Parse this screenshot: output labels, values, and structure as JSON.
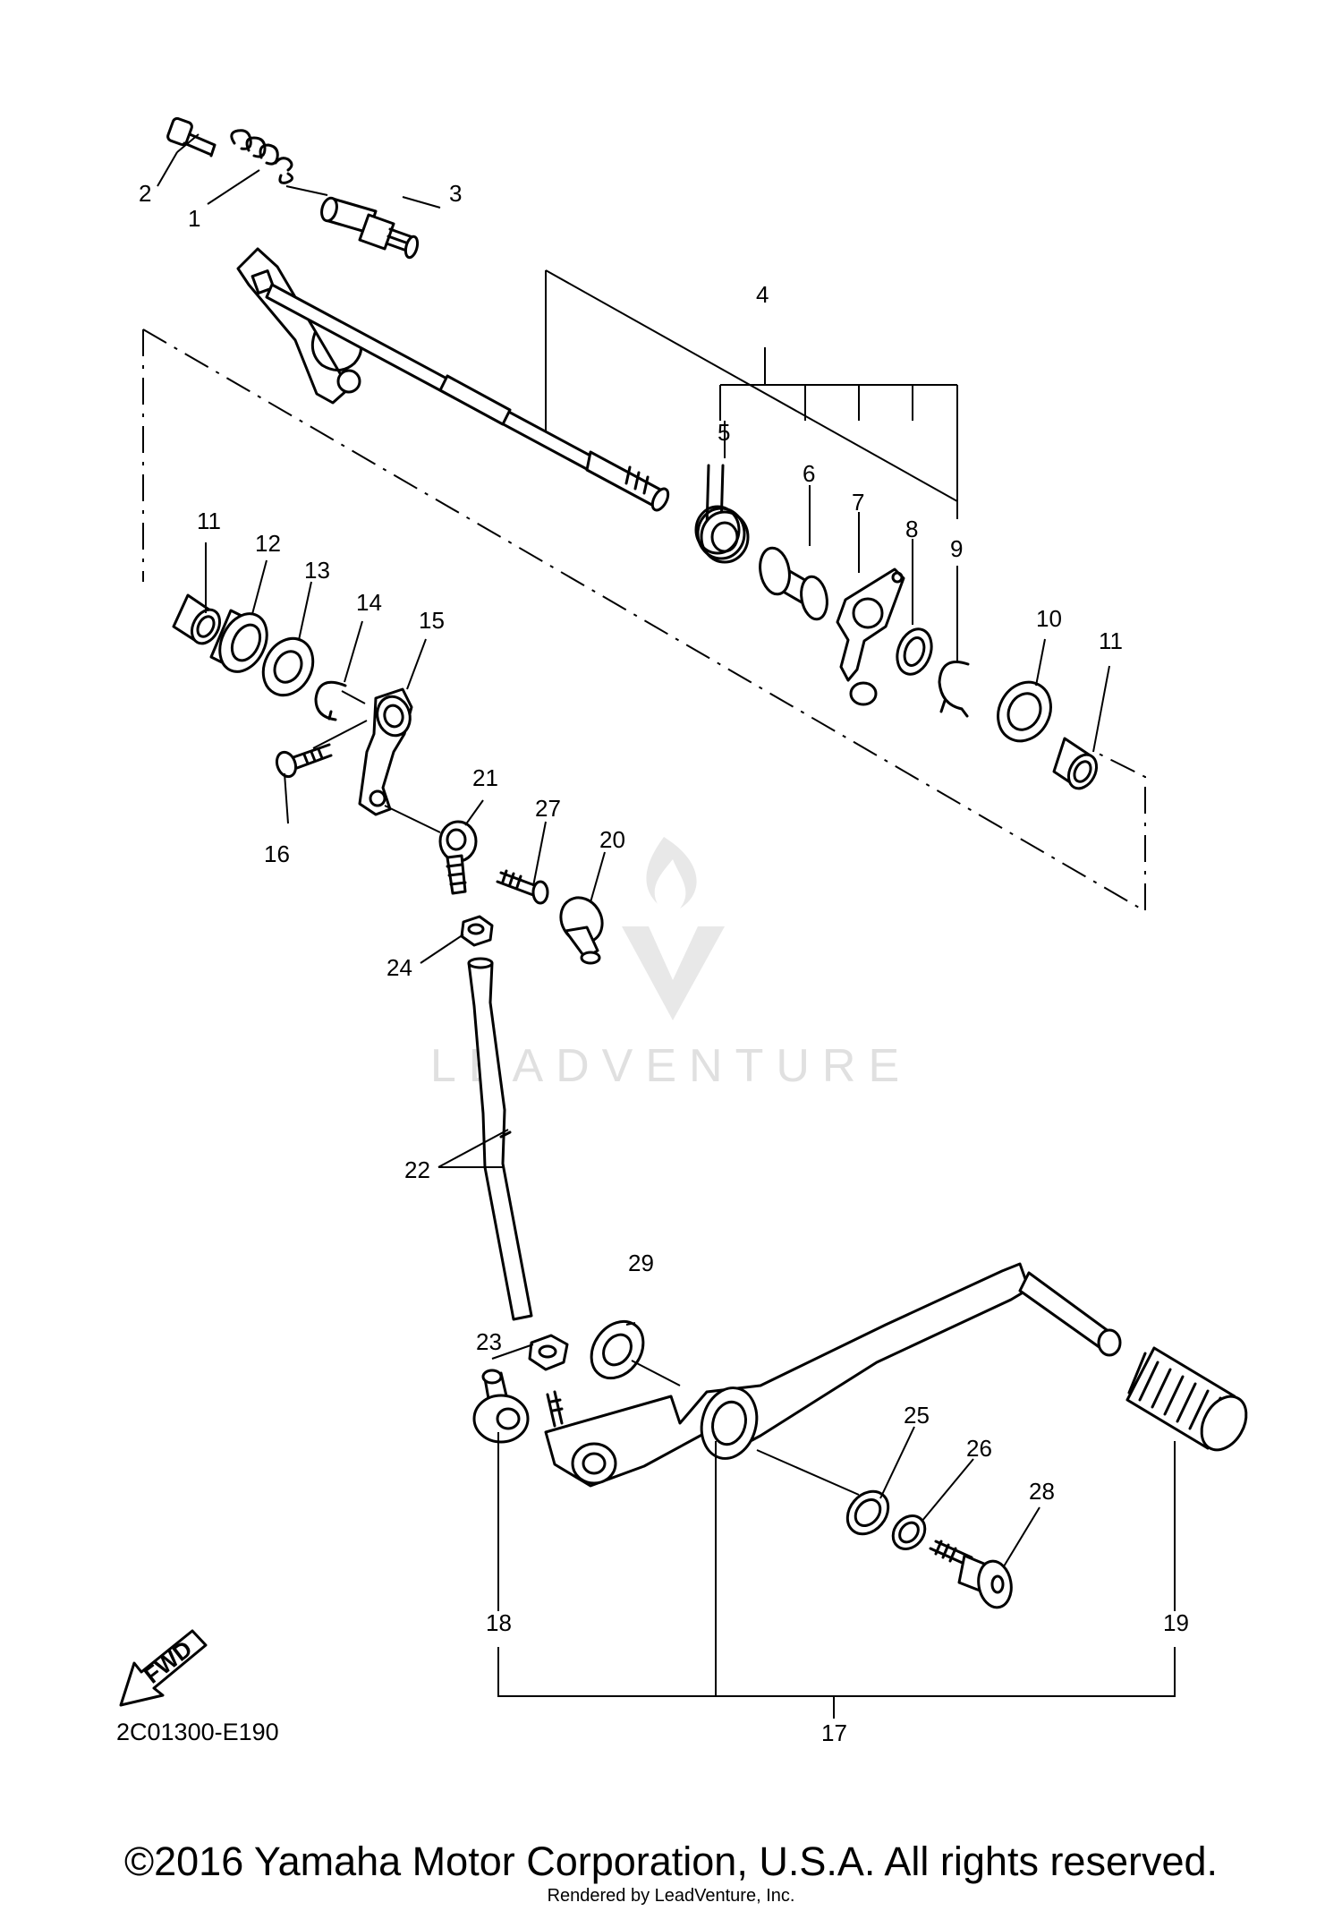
{
  "diagram": {
    "callouts": [
      {
        "id": "1",
        "text": "1"
      },
      {
        "id": "2",
        "text": "2"
      },
      {
        "id": "3",
        "text": "3"
      },
      {
        "id": "4",
        "text": "4"
      },
      {
        "id": "5",
        "text": "5"
      },
      {
        "id": "6",
        "text": "6"
      },
      {
        "id": "7",
        "text": "7"
      },
      {
        "id": "8",
        "text": "8"
      },
      {
        "id": "9",
        "text": "9"
      },
      {
        "id": "10",
        "text": "10"
      },
      {
        "id": "11a",
        "text": "11"
      },
      {
        "id": "11b",
        "text": "11"
      },
      {
        "id": "12",
        "text": "12"
      },
      {
        "id": "13",
        "text": "13"
      },
      {
        "id": "14",
        "text": "14"
      },
      {
        "id": "15",
        "text": "15"
      },
      {
        "id": "16",
        "text": "16"
      },
      {
        "id": "17",
        "text": "17"
      },
      {
        "id": "18",
        "text": "18"
      },
      {
        "id": "19",
        "text": "19"
      },
      {
        "id": "20",
        "text": "20"
      },
      {
        "id": "21",
        "text": "21"
      },
      {
        "id": "22",
        "text": "22"
      },
      {
        "id": "23",
        "text": "23"
      },
      {
        "id": "24",
        "text": "24"
      },
      {
        "id": "25",
        "text": "25"
      },
      {
        "id": "26",
        "text": "26"
      },
      {
        "id": "27",
        "text": "27"
      },
      {
        "id": "28",
        "text": "28"
      },
      {
        "id": "29",
        "text": "29"
      }
    ],
    "diagram_code": "2C01300-E190",
    "fwd_label": "FWD"
  },
  "watermark": {
    "text": "LEADVENTURE"
  },
  "footer": {
    "copyright": "©2016 Yamaha Motor Corporation, U.S.A. All rights reserved.",
    "rendered_by": "Rendered by LeadVenture, Inc."
  }
}
